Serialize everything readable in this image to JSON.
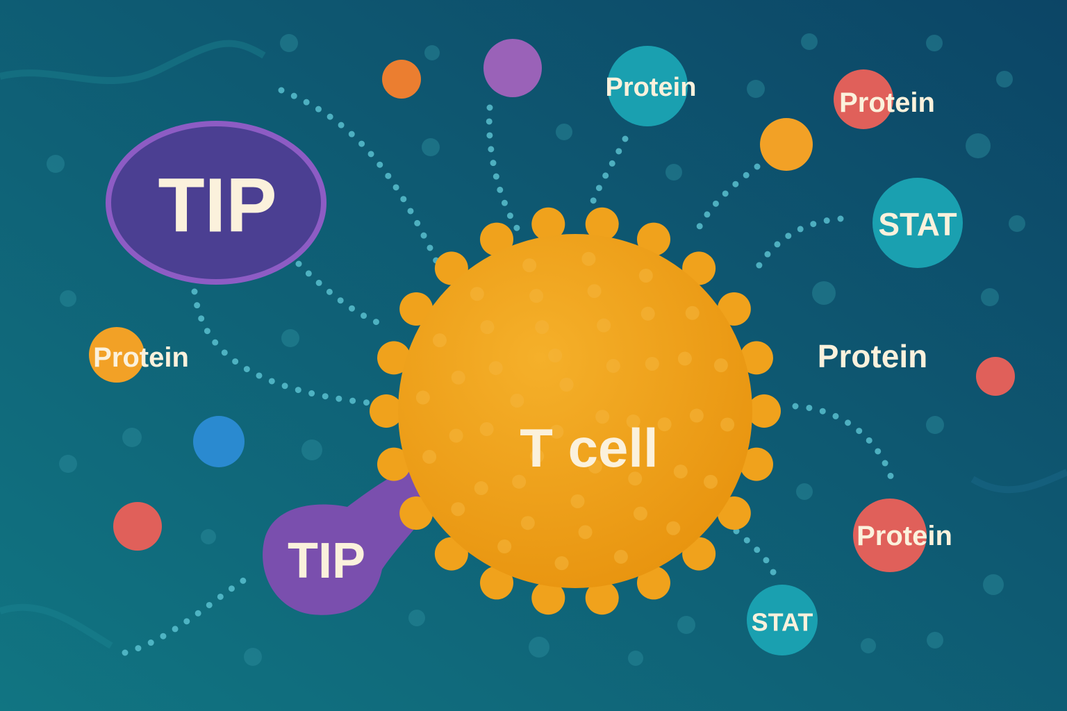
{
  "labels": {
    "tcell": "T cell",
    "tip_top": "TIP",
    "tip_bottom": "TIP",
    "protein_top": "Protein",
    "protein_top_right": "Protein",
    "protein_left": "Protein",
    "protein_right": "Protein",
    "protein_bottom_right": "Protein",
    "stat_right": "STAT",
    "stat_bottom": "STAT"
  },
  "colors": {
    "bg_left": "#0f6f7a",
    "bg_right": "#0c4866",
    "tcell": "#f0a21c",
    "tip": "#4b3f92",
    "tip_stroke": "#8d5cc4",
    "tip_blob": "#7a4fae",
    "teal": "#1aa0b0",
    "red": "#e0605a",
    "orange": "#f2a126",
    "purple": "#9a62b8",
    "blue": "#2a8ad0",
    "dots": "#5ec6d4"
  }
}
